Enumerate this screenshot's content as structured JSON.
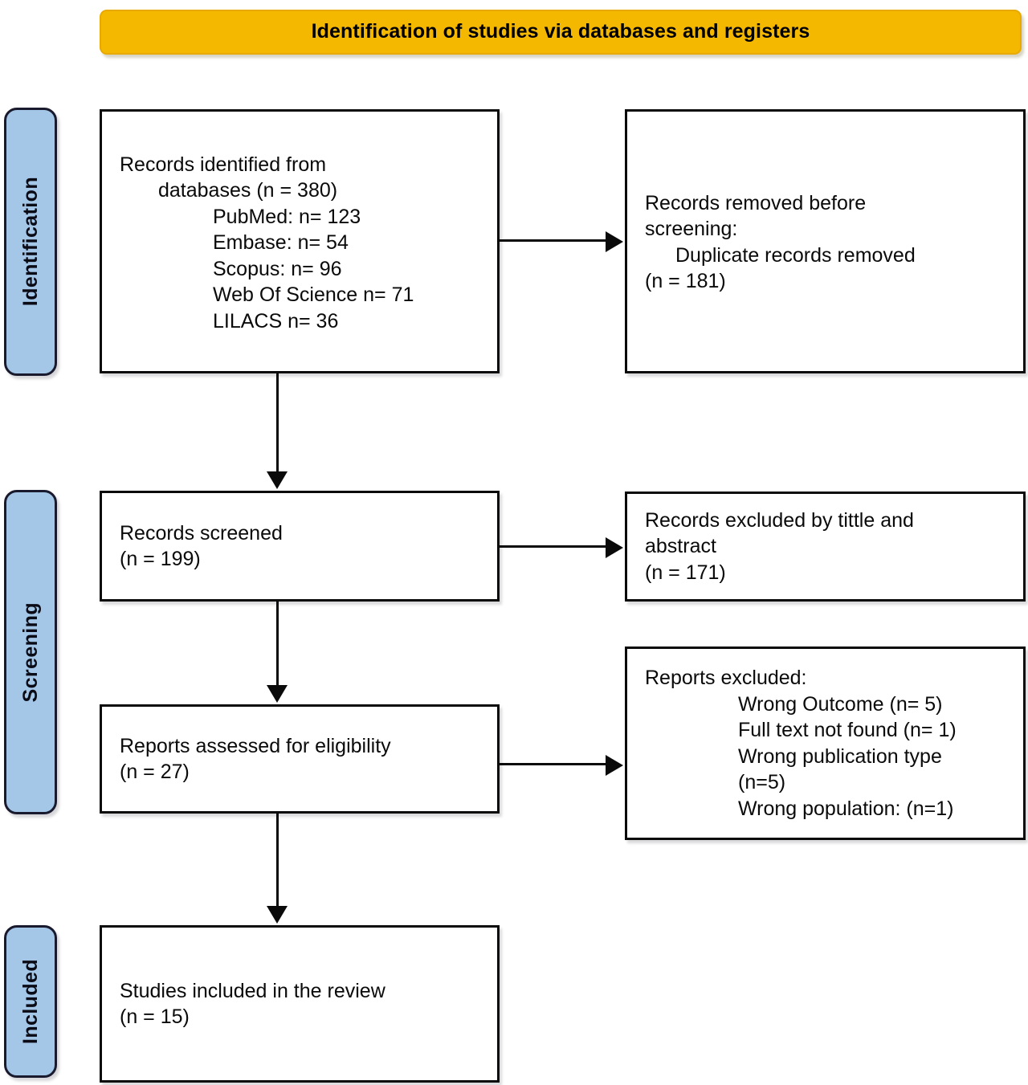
{
  "banner": {
    "title": "Identification of studies via databases and registers"
  },
  "stages": [
    {
      "id": "identification",
      "label": "Identification"
    },
    {
      "id": "screening",
      "label": "Screening"
    },
    {
      "id": "included",
      "label": "Included"
    }
  ],
  "boxes": {
    "identified": {
      "lines": [
        "Records identified from",
        "databases (n = 380)",
        "PubMed: n= 123",
        "Embase: n= 54",
        "Scopus: n= 96",
        "Web Of Science n= 71",
        "LILACS n= 36"
      ]
    },
    "removed": {
      "line1_plain": "Records removed ",
      "line1_italic": "before",
      "line2_italic": "screening",
      "line2_plain": ":",
      "line3": "Duplicate records removed",
      "line4": "(n = 181)"
    },
    "screened": {
      "line1": "Records screened",
      "line2": "(n = 199)"
    },
    "excluded_title_abstract": {
      "line1": "Records excluded by tittle and",
      "line2": "abstract",
      "line3": "(n = 171)"
    },
    "assessed": {
      "line1": "Reports assessed for eligibility",
      "line2": "(n = 27)"
    },
    "reports_excluded": {
      "line1": "Reports excluded:",
      "reasons": [
        "Wrong Outcome (n= 5)",
        "Full text not found (n= 1)",
        "Wrong publication type",
        "(n=5)",
        "Wrong population: (n=1)"
      ]
    },
    "included": {
      "line1": "Studies included in the review",
      "line2": "(n = 15)"
    }
  },
  "colors": {
    "banner_fill": "#F5B800",
    "stage_fill": "#A4C7E8",
    "box_border": "#0A0A0A",
    "box_fill": "#FFFFFF",
    "text": "#0A0A0A"
  },
  "counts": {
    "records_identified_total": 380,
    "pubmed": 123,
    "embase": 54,
    "scopus": 96,
    "web_of_science": 71,
    "lilacs": 36,
    "duplicates_removed": 181,
    "records_screened": 199,
    "excluded_title_abstract": 171,
    "reports_assessed": 27,
    "excluded_wrong_outcome": 5,
    "excluded_full_text_not_found": 1,
    "excluded_wrong_publication_type": 5,
    "excluded_wrong_population": 1,
    "studies_included": 15
  }
}
